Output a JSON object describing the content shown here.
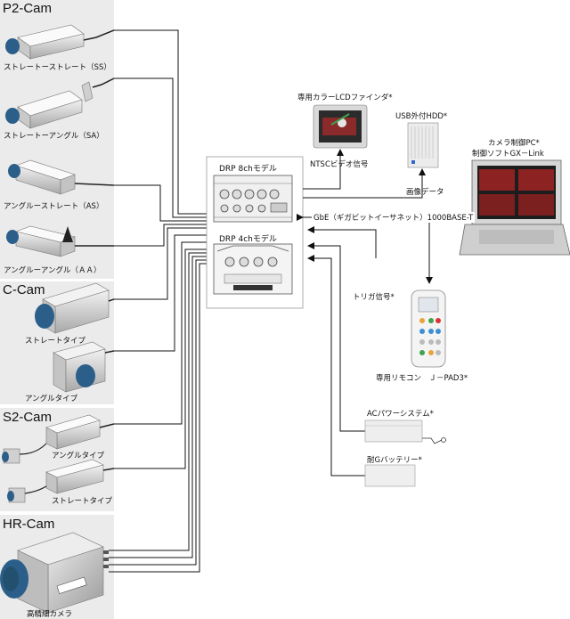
{
  "sections": {
    "p2": "P2-Cam",
    "c": "C-Cam",
    "s2": "S2-Cam",
    "hr": "HR-Cam"
  },
  "cameras": {
    "ss": "ストレートーストレート（SS）",
    "sa": "ストレートーアングル（SA）",
    "as": "アングルーストレート（AS）",
    "aa": "アングルーアングル（ＡＡ）",
    "c_straight": "ストレートタイプ",
    "c_angle": "アングルタイプ",
    "s2_angle": "アングルタイプ",
    "s2_straight": "ストレートタイプ",
    "hr": "高精細カメラ"
  },
  "drp": {
    "model8": "DRP 8chモデル",
    "model4": "DRP 4chモデル"
  },
  "devices": {
    "lcd_finder": "専用カラーLCDファインダ*",
    "ntsc": "NTSCビデオ信号",
    "usb_hdd": "USB外付HDD*",
    "image_data": "画像データ",
    "pc_line1": "カメラ制御PC*",
    "pc_line2": "制御ソフトGX－Link",
    "gbe": "GbE（ギガビットイーサネット）1000BASE-T",
    "trigger": "トリガ信号*",
    "remote": "専用リモコン　Ｊ－PAD3*",
    "ac_power": "ACパワーシステム*",
    "battery": "耐Gバッテリー*"
  },
  "colors": {
    "panel": "#ebebeb",
    "lens": "#2b5f8a",
    "wire": "#111111"
  }
}
